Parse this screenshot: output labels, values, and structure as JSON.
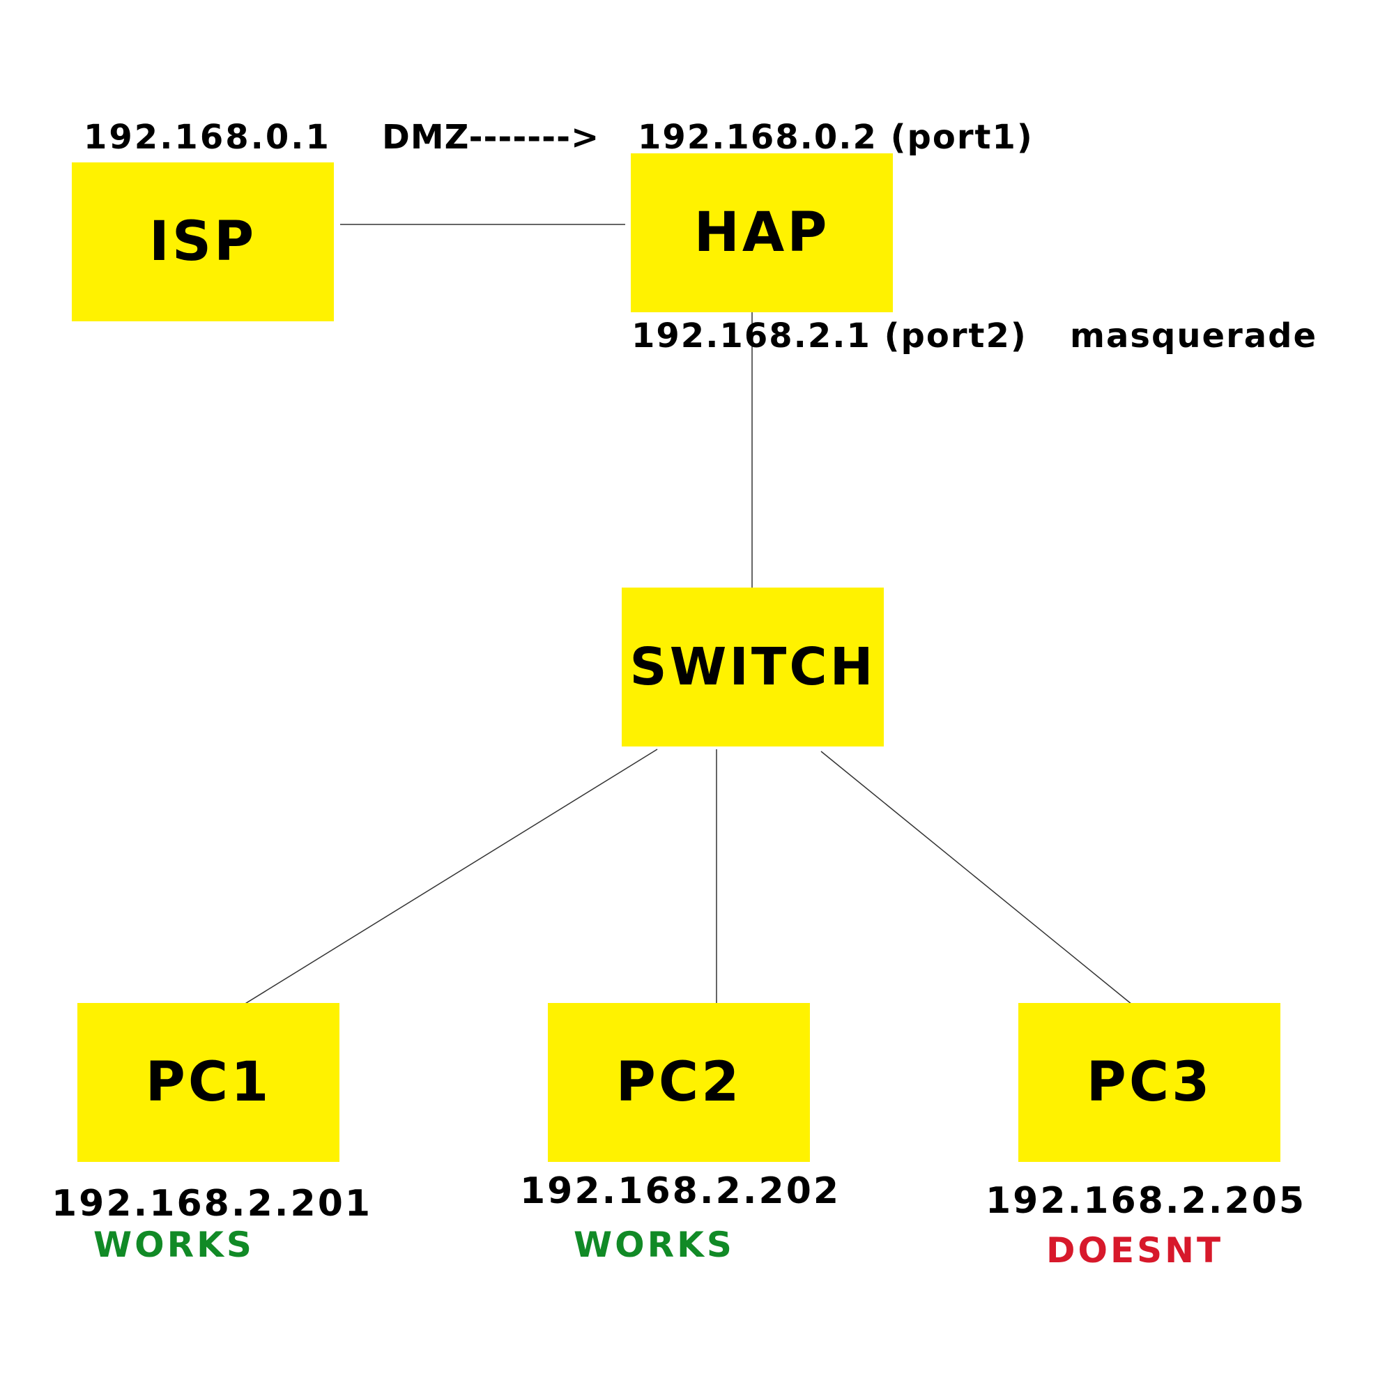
{
  "colors": {
    "node_fill": "#fff200",
    "label_text": "#000000",
    "works": "#118a26",
    "doesnt": "#d7192b",
    "link": "#333333"
  },
  "nodes": {
    "isp": {
      "label": "ISP"
    },
    "hap": {
      "label": "HAP"
    },
    "switch": {
      "label": "SWITCH"
    },
    "pc1": {
      "label": "PC1"
    },
    "pc2": {
      "label": "PC2"
    },
    "pc3": {
      "label": "PC3"
    }
  },
  "labels": {
    "isp_ip": "192.168.0.1",
    "dmz_arrow": "DMZ------->",
    "hap_port1": "192.168.0.2 (port1)",
    "hap_port2": "192.168.2.1 (port2)",
    "masquerade": "masquerade",
    "pc1_ip": "192.168.2.201",
    "pc2_ip": "192.168.2.202",
    "pc3_ip": "192.168.2.205"
  },
  "status": {
    "pc1": "WORKS",
    "pc2": "WORKS",
    "pc3": "DOESNT"
  },
  "links": [
    {
      "from": "isp",
      "to": "hap"
    },
    {
      "from": "hap",
      "to": "switch"
    },
    {
      "from": "switch",
      "to": "pc1"
    },
    {
      "from": "switch",
      "to": "pc2"
    },
    {
      "from": "switch",
      "to": "pc3"
    }
  ]
}
